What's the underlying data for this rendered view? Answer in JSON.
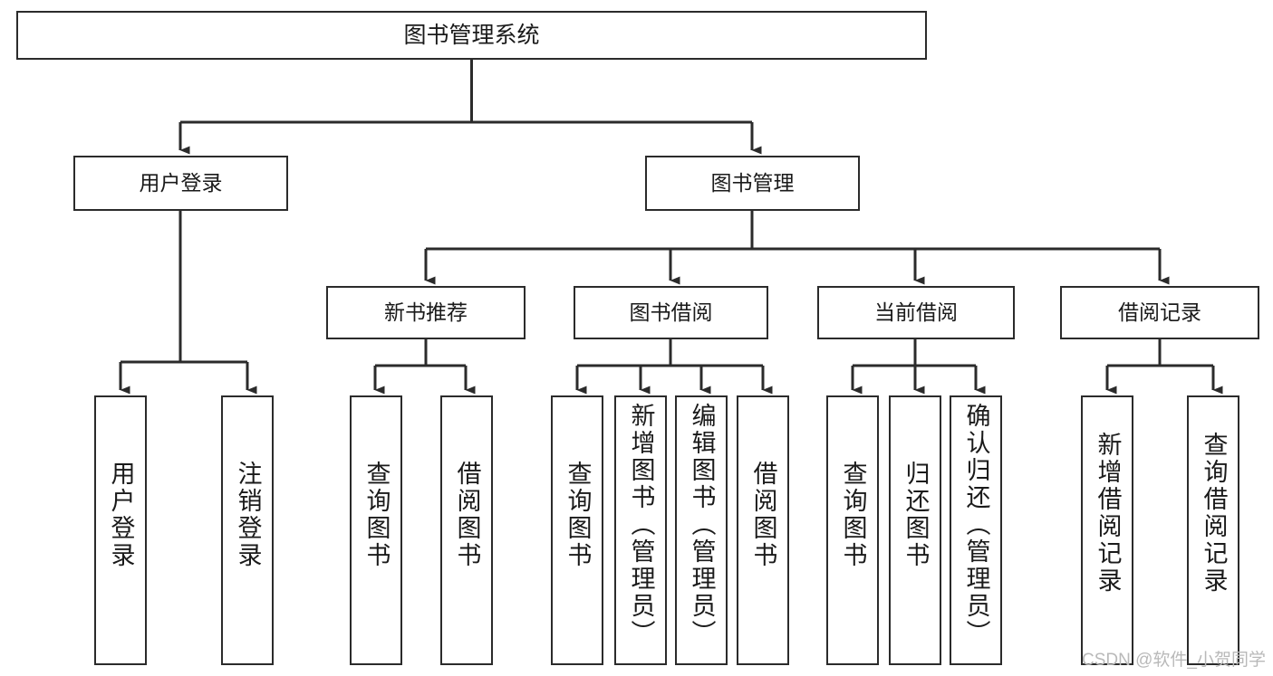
{
  "diagram": {
    "title": "图书管理系统",
    "type": "tree-hierarchy",
    "line_color": "#2b2b2b",
    "box_border_color": "#2b2b2b",
    "box_fill_color": "#ffffff",
    "text_color": "#1a1a1a",
    "background_color": "#ffffff"
  },
  "root": {
    "label": "图书管理系统"
  },
  "level1": [
    {
      "label": "用户登录"
    },
    {
      "label": "图书管理"
    }
  ],
  "level2": [
    {
      "label": "新书推荐"
    },
    {
      "label": "图书借阅"
    },
    {
      "label": "当前借阅"
    },
    {
      "label": "借阅记录"
    }
  ],
  "leaves": {
    "user_login": [
      {
        "label": "用户登录"
      },
      {
        "label": "注销登录"
      }
    ],
    "new_book_recommend": [
      {
        "label": "查询图书"
      },
      {
        "label": "借阅图书"
      }
    ],
    "book_borrow": [
      {
        "label": "查询图书"
      },
      {
        "label": "新增图书（管理员）"
      },
      {
        "label": "编辑图书（管理员）"
      },
      {
        "label": "借阅图书"
      }
    ],
    "current_borrow": [
      {
        "label": "查询图书"
      },
      {
        "label": "归还图书"
      },
      {
        "label": "确认归还（管理员）"
      }
    ],
    "borrow_record": [
      {
        "label": "新增借阅记录"
      },
      {
        "label": "查询借阅记录"
      }
    ]
  },
  "watermark": {
    "text": "CSDN @软件_小贺同学",
    "color": "#b9b9b9"
  }
}
